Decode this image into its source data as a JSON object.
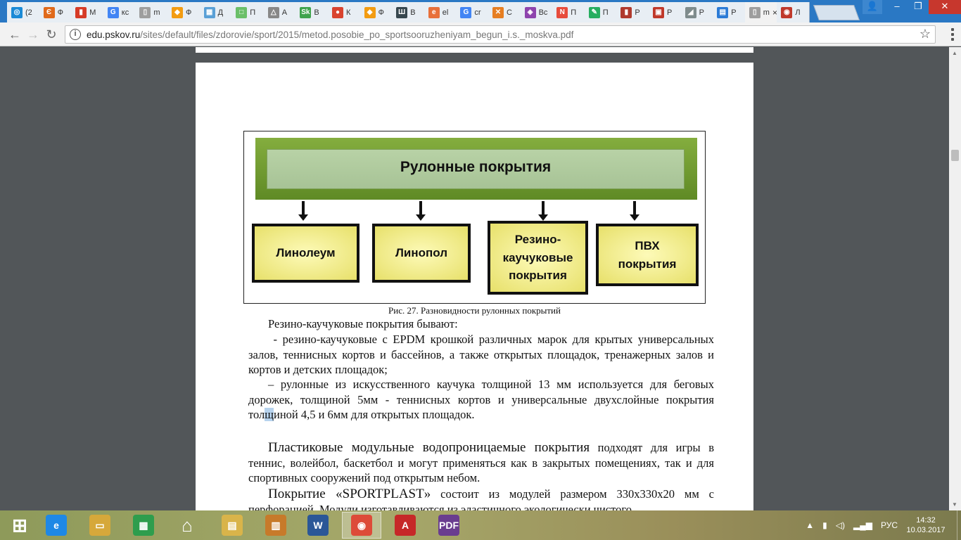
{
  "browser": {
    "tabs": [
      {
        "label": "(2",
        "color": "#1b8ad6",
        "glyph": "◎"
      },
      {
        "label": "Ф",
        "color": "#e06a1b",
        "glyph": "Є"
      },
      {
        "label": "М",
        "color": "#d63b27",
        "glyph": "▮"
      },
      {
        "label": "кс",
        "color": "#4285f4",
        "glyph": "G"
      },
      {
        "label": "m",
        "color": "#9e9e9e",
        "glyph": "▯"
      },
      {
        "label": "Ф",
        "color": "#f39c12",
        "glyph": "◆"
      },
      {
        "label": "Д",
        "color": "#5aa0d6",
        "glyph": "▦"
      },
      {
        "label": "П",
        "color": "#6abf69",
        "glyph": "□"
      },
      {
        "label": "А",
        "color": "#888888",
        "glyph": "△"
      },
      {
        "label": "В",
        "color": "#3fa34d",
        "glyph": "Sk"
      },
      {
        "label": "К",
        "color": "#d9432f",
        "glyph": "●"
      },
      {
        "label": "Ф",
        "color": "#f39c12",
        "glyph": "◆"
      },
      {
        "label": "В",
        "color": "#37474f",
        "glyph": "Ш"
      },
      {
        "label": "el",
        "color": "#e8703a",
        "glyph": "e"
      },
      {
        "label": "cr",
        "color": "#4285f4",
        "glyph": "G"
      },
      {
        "label": "С",
        "color": "#e67e22",
        "glyph": "✕"
      },
      {
        "label": "Вс",
        "color": "#8e44ad",
        "glyph": "◈"
      },
      {
        "label": "П",
        "color": "#e74c3c",
        "glyph": "N"
      },
      {
        "label": "П",
        "color": "#27ae60",
        "glyph": "✎"
      },
      {
        "label": "Р",
        "color": "#b03a2e",
        "glyph": "▮"
      },
      {
        "label": "Р",
        "color": "#c0392b",
        "glyph": "▣"
      },
      {
        "label": "Р",
        "color": "#7f8c8d",
        "glyph": "◢"
      },
      {
        "label": "Р",
        "color": "#2c7bd6",
        "glyph": "▤"
      },
      {
        "label": "m",
        "color": "#9e9e9e",
        "glyph": "▯"
      },
      {
        "label": "Л",
        "color": "#c0392b",
        "glyph": "◉"
      }
    ],
    "active_tab_index": 23,
    "active_tab_close": "×",
    "url_domain": "edu.pskov.ru",
    "url_path": "/sites/default/files/zdorovie/sport/2015/metod.posobie_po_sportsooruzheniyam_begun_i.s._moskva.pdf",
    "window": {
      "minimize": "–",
      "restore": "❐",
      "close": "✕",
      "user": "👤"
    },
    "nav": {
      "back": "←",
      "forward": "→",
      "reload": "↻"
    },
    "info_icon": "i",
    "star_icon": "☆"
  },
  "document": {
    "diagram": {
      "top_label": "Рулонные покрытия",
      "boxes": [
        "Линолеум",
        "Линопол",
        "Резино-\nкаучуковые\nпокрытия",
        "ПВХ\nпокрытия"
      ]
    },
    "caption": "Рис. 27. Разновидности рулонных покрытий",
    "para1": "Резино-каучуковые покрытия бывают:",
    "para2": " - резино-каучуковые с EPDM крошкой различных марок  для крытых универсальных залов, теннисных кортов и бассейнов, а также    открытых площадок, тренажерных залов и кортов и детских площадок;",
    "para3_a": "– рулонные  из искусственного каучука толщиной 13 мм используется для беговых дорожек,  толщиной 5мм - теннисных кортов и универсальные двухслойные покрытия тол",
    "para3_sel": "щ",
    "para3_b": "иной 4,5 и 6мм для открытых площадок.",
    "para4_lead": "Пластиковые модульные водопроницаемые покрытия",
    "para4_rest": "  подходят для игры в теннис, волейбол, баскетбол и могут применяться как в закрытых помещениях, так и для спортивных сооружений под открытым небом.",
    "para5_lead": "Покрытие «SPORTPLAST»",
    "para5_rest": "  состоит из модулей размером 330х330х20 мм с перфорацией. Модули изготавливаются из эластичного экологически чистого"
  },
  "taskbar": {
    "apps": [
      {
        "name": "start",
        "glyph": "⊞",
        "color": "transparent"
      },
      {
        "name": "ie",
        "glyph": "e",
        "color": "#1e88e5"
      },
      {
        "name": "explorer",
        "glyph": "▭",
        "color": "#d6a83a"
      },
      {
        "name": "store",
        "glyph": "▦",
        "color": "#2e9d4d"
      },
      {
        "name": "home",
        "glyph": "⌂",
        "color": "transparent"
      },
      {
        "name": "folder",
        "glyph": "▤",
        "color": "#d9b44a"
      },
      {
        "name": "archive",
        "glyph": "▥",
        "color": "#c77a2a"
      },
      {
        "name": "word",
        "glyph": "W",
        "color": "#2b5797"
      },
      {
        "name": "chrome",
        "glyph": "◉",
        "color": "#dd4b39"
      },
      {
        "name": "acrobat",
        "glyph": "A",
        "color": "#c62828"
      },
      {
        "name": "pdf",
        "glyph": "PDF",
        "color": "#6a3d8f"
      }
    ],
    "tray_arrow": "▲",
    "battery": "▮",
    "volume": "◁)",
    "network": "▂▄▆",
    "language": "РУС",
    "time": "14:32",
    "date": "10.03.2017"
  }
}
